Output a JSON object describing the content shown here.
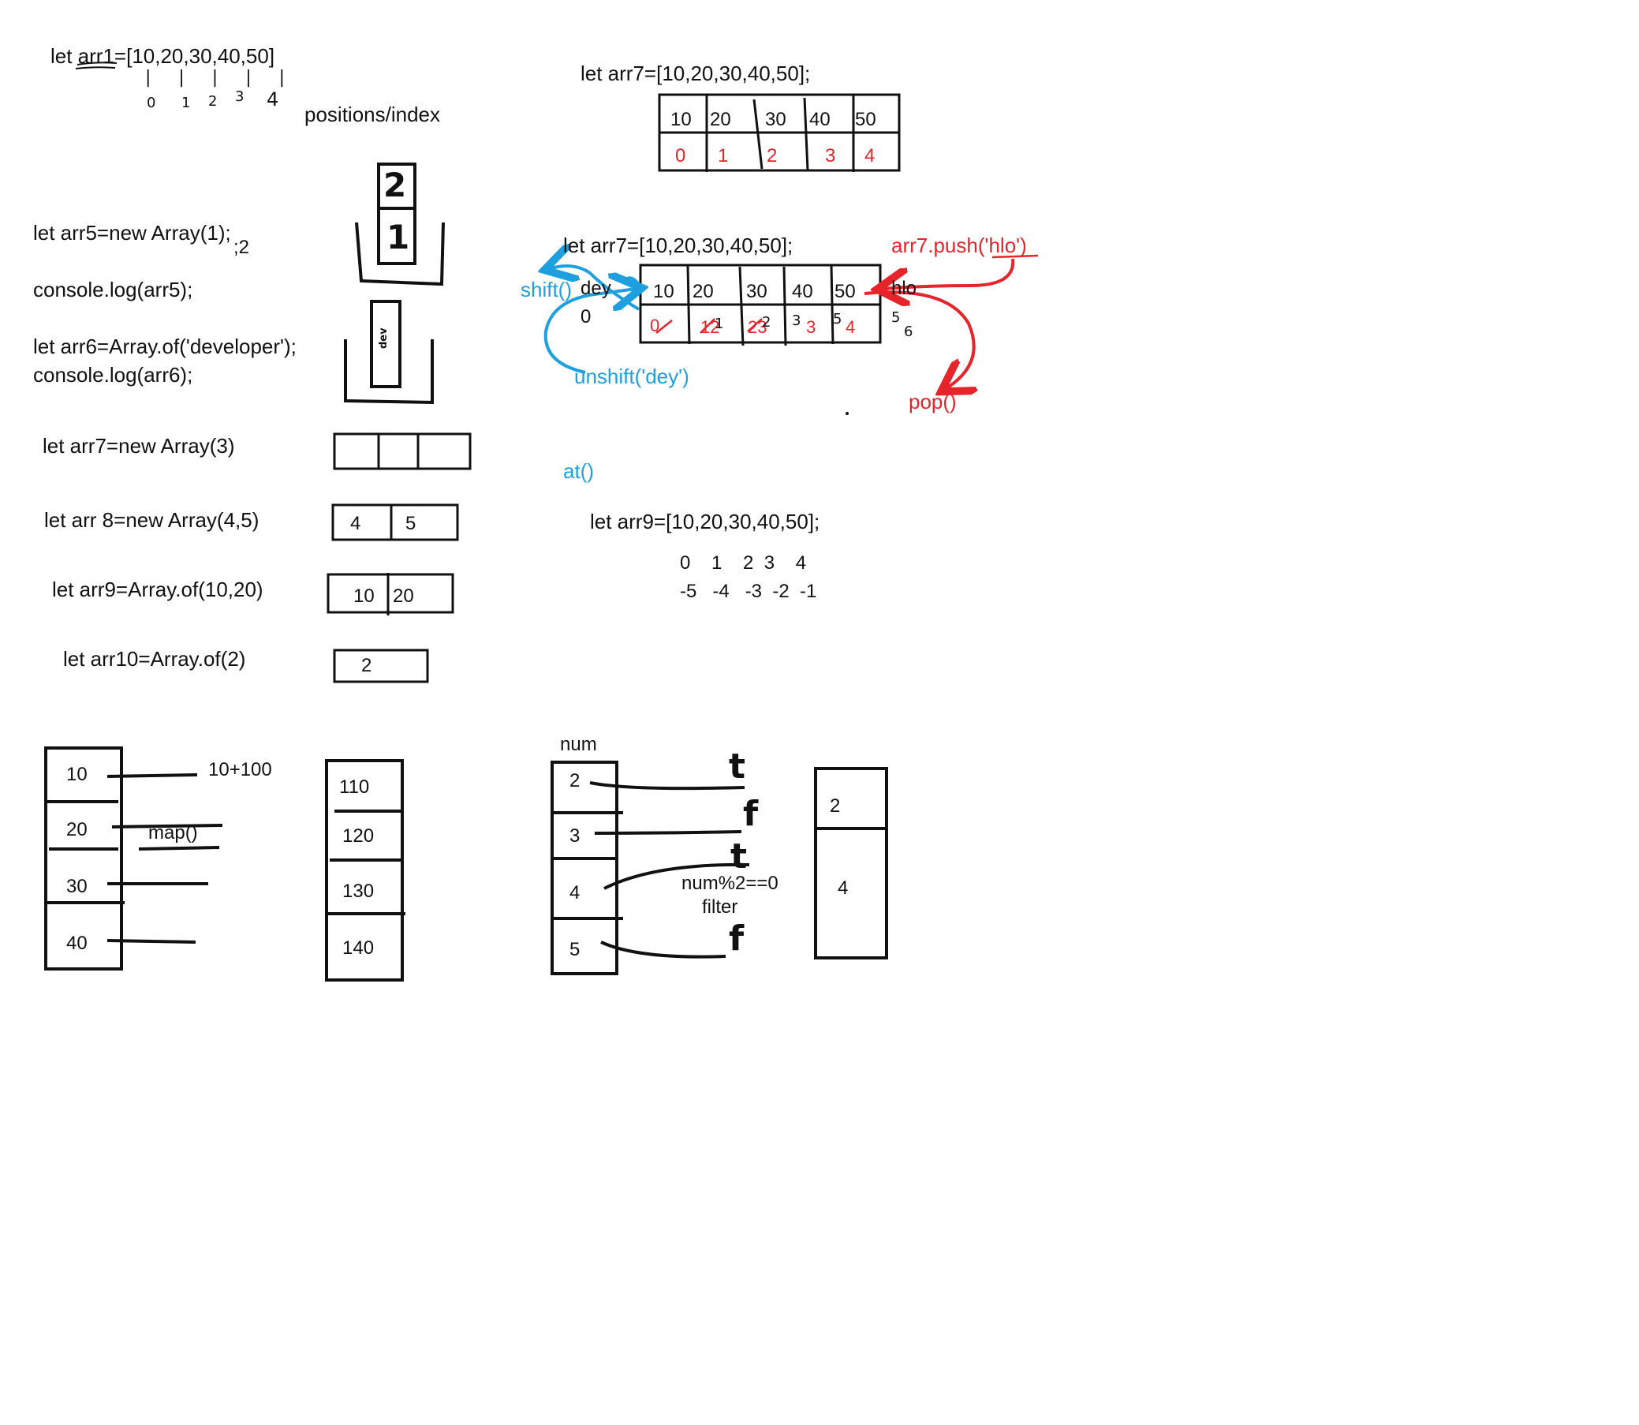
{
  "colors": {
    "ink": "#111111",
    "red": "#e8242b",
    "blue": "#1ea0e0"
  },
  "code": {
    "arr1": "let arr1=[10,20,30,40,50]",
    "arr1_ticks": "| | | | |",
    "arr1_idx": [
      "0",
      "1",
      "2",
      "3",
      "4"
    ],
    "positions": "positions/index",
    "arr5_decl": "let arr5=new Array(1);",
    "arr5_note": ";2",
    "arr5_log": "console.log(arr5);",
    "arr6_decl": "let arr6=Array.of('developer');",
    "arr6_log": "console.log(arr6);",
    "arr7_new": "let arr7=new Array(3)",
    "arr8": "let arr 8=new Array(4,5)",
    "arr9_of": "let arr9=Array.of(10,20)",
    "arr10": "let arr10=Array.of(2)"
  },
  "stack": {
    "top": "2",
    "bottom": "1",
    "vertical": "dev"
  },
  "boxes": {
    "arr8": [
      "4",
      "5"
    ],
    "arr9": [
      "10",
      "20"
    ],
    "arr10": [
      "2"
    ]
  },
  "top_array": {
    "label": "let arr7=[10,20,30,40,50];",
    "values": [
      "10",
      "20",
      "30",
      "40",
      "50"
    ],
    "indices": [
      "0",
      "1",
      "2",
      "3",
      "4"
    ]
  },
  "mid_array": {
    "label": "let arr7=[10,20,30,40,50];",
    "values": [
      "10",
      "20",
      "30",
      "40",
      "50"
    ],
    "indices": [
      "0",
      "12",
      "23",
      "3",
      "4"
    ],
    "old_idx": [
      "1",
      "2",
      "3",
      "5"
    ],
    "push": "arr7.push('hlo')",
    "hlo": "hlo",
    "after_idx": [
      "5",
      "6"
    ],
    "pop": "pop()",
    "shift": "shift()",
    "dey": "dey",
    "zero": "0",
    "unshift": "unshift('dey')",
    "at": "at()"
  },
  "arr9_at": {
    "label": "let arr9=[10,20,30,40,50];",
    "pos": "0    1    2  3    4",
    "neg": "-5   -4   -3  -2  -1"
  },
  "map_demo": {
    "input": [
      "10",
      "20",
      "30",
      "40"
    ],
    "formula": "10+100",
    "method": "map()",
    "output": [
      "110",
      "120",
      "130",
      "140"
    ]
  },
  "filter_demo": {
    "title": "num",
    "input": [
      "2",
      "3",
      "4",
      "5"
    ],
    "marks": [
      "t",
      "f",
      "t",
      "f"
    ],
    "condition": "num%2==0",
    "method": "filter",
    "output": [
      "2",
      "4"
    ]
  }
}
